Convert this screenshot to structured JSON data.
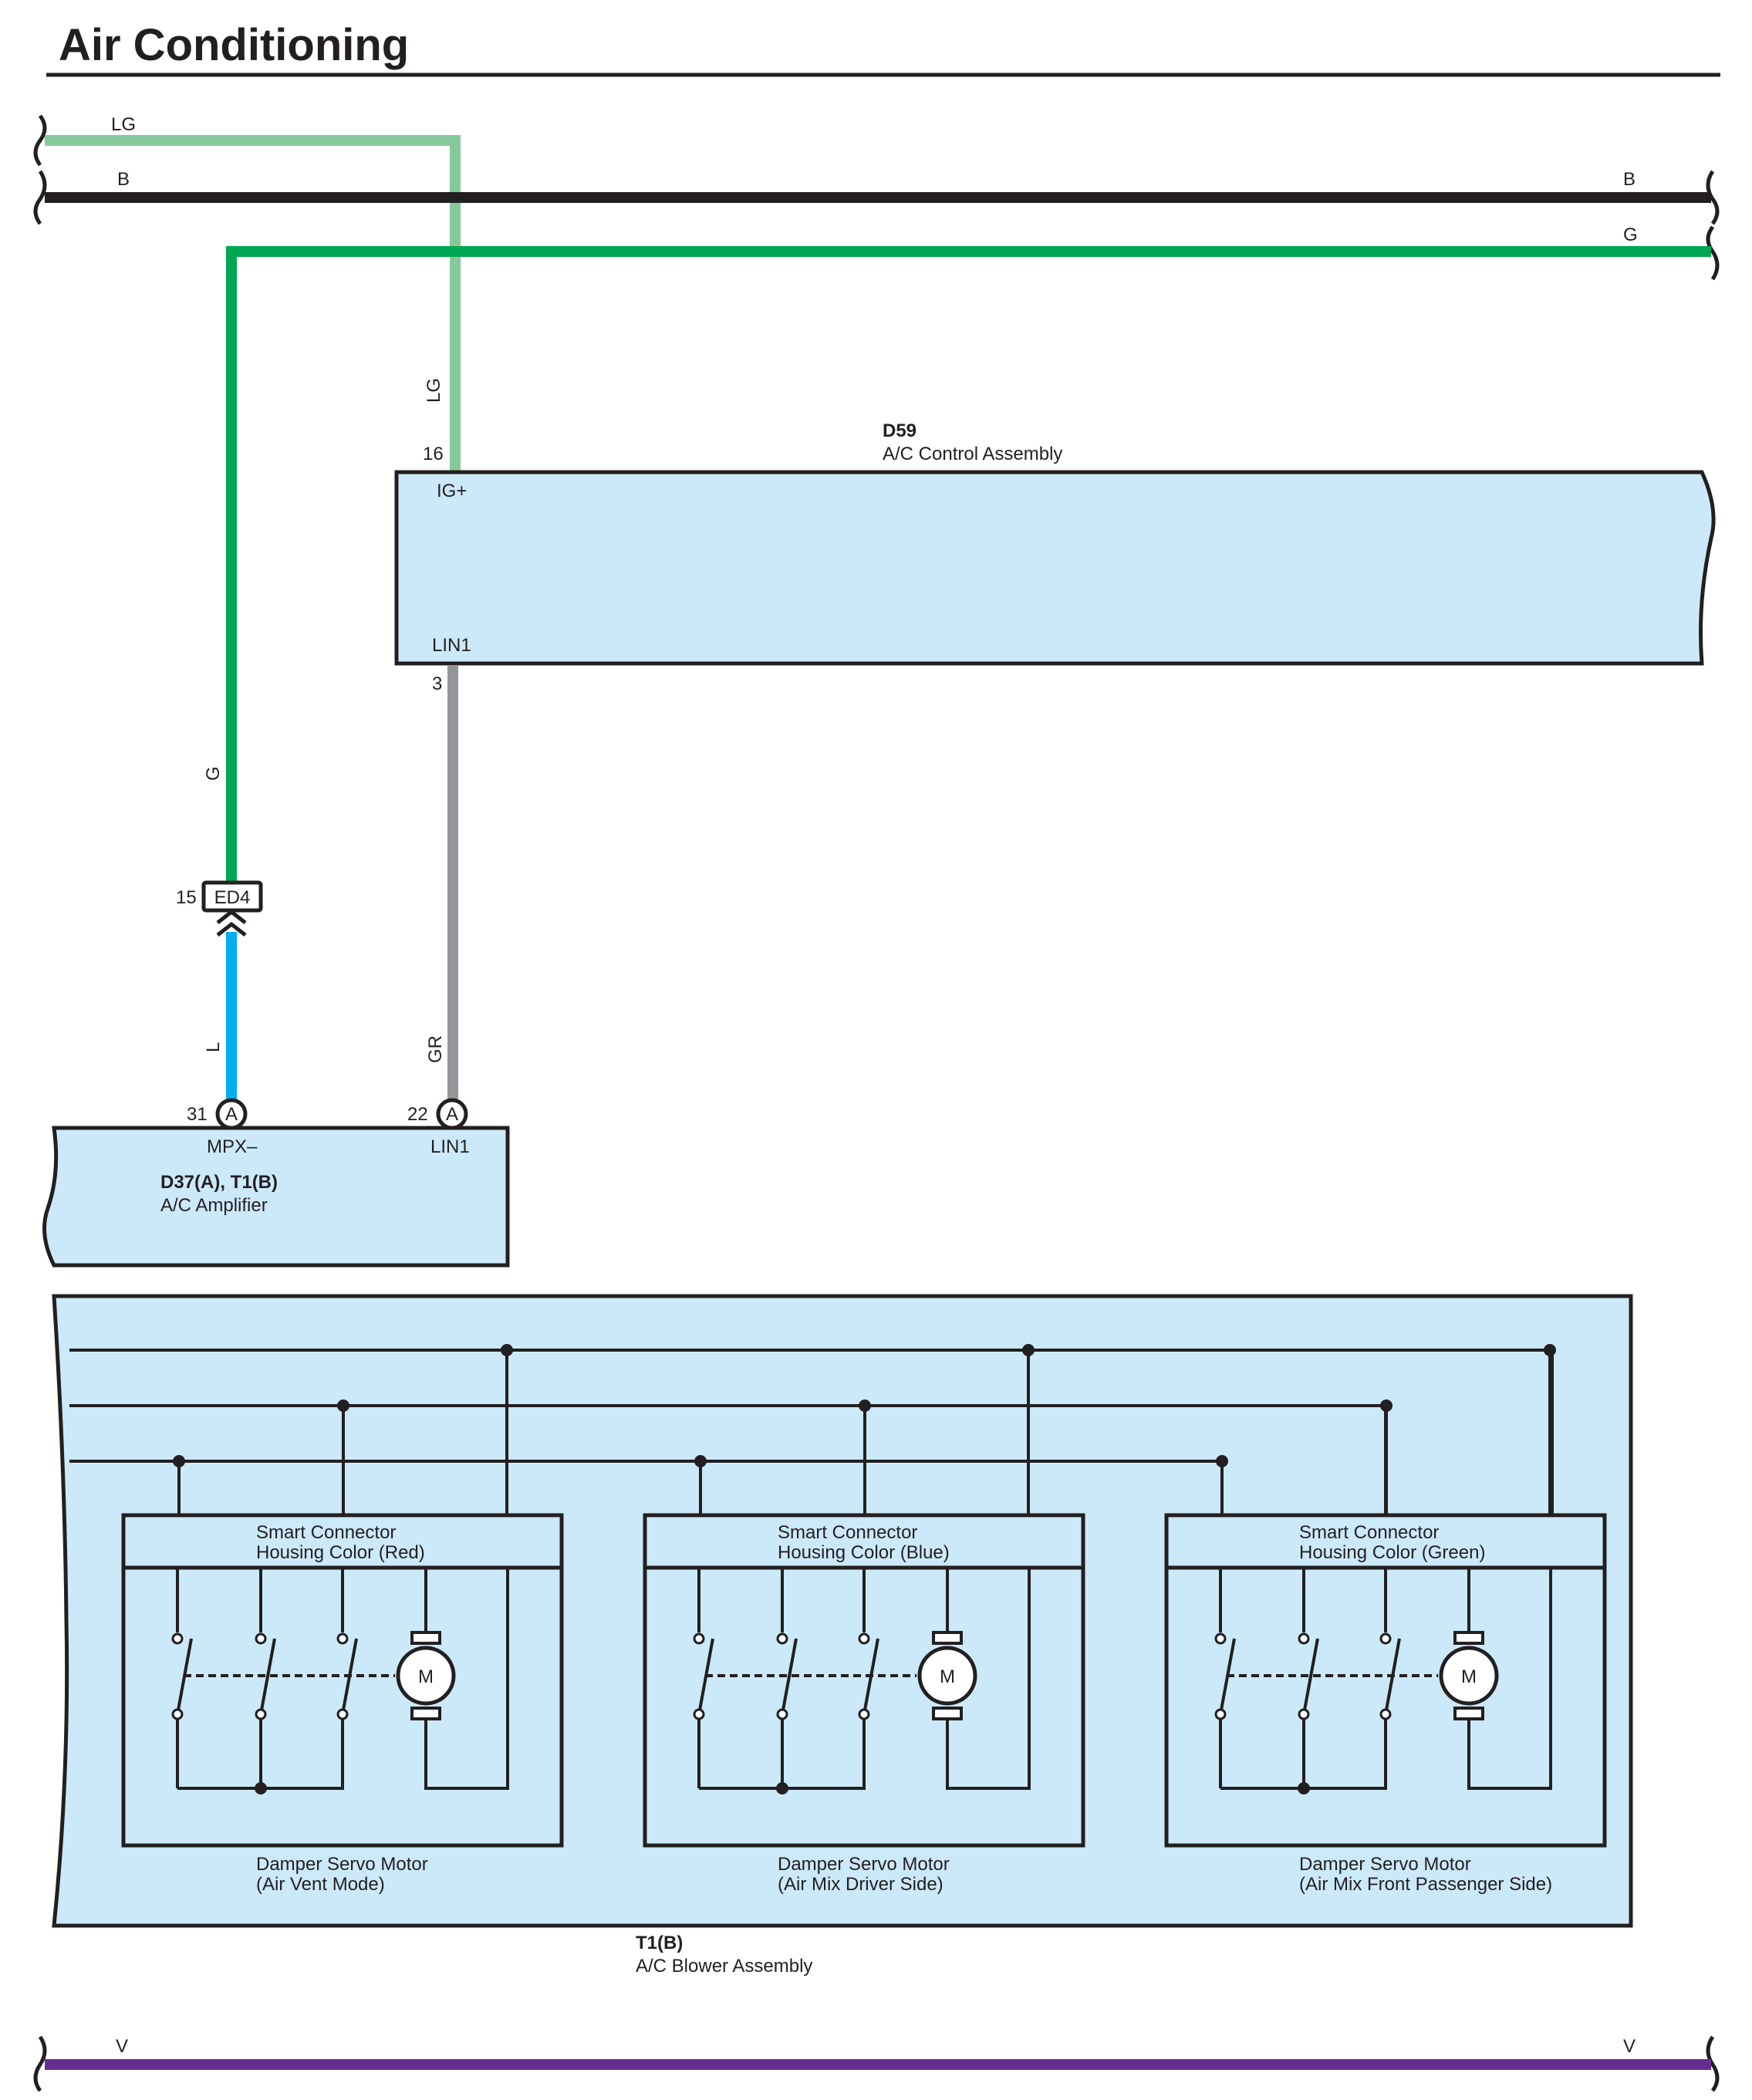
{
  "title": "Air Conditioning",
  "colors": {
    "LG": "#85c99b",
    "B": "#231f20",
    "G": "#00a651",
    "L": "#00aeef",
    "GR": "#939598",
    "V": "#662d91",
    "component_fill": "#cce9f9",
    "line": "#231f20"
  },
  "buses": {
    "lg_left": "LG",
    "b_left": "B",
    "b_right": "B",
    "g_right": "G",
    "v_left": "V",
    "v_right": "V"
  },
  "wires": {
    "lg_vertical": "LG",
    "g_vertical": "G",
    "l_vertical": "L",
    "gr_vertical": "GR"
  },
  "control_assembly": {
    "code": "D59",
    "name": "A/C Control Assembly",
    "pin_ig": "16",
    "label_ig": "IG+",
    "pin_lin": "3",
    "label_lin": "LIN1"
  },
  "junction_connector": {
    "code": "ED4",
    "pin": "15"
  },
  "amplifier": {
    "code": "D37(A), T1(B)",
    "name": "A/C Amplifier",
    "pin_mpx": "31",
    "label_mpx": "MPX–",
    "pin_lin": "22",
    "label_lin": "LIN1",
    "connector_letter": "A"
  },
  "blower_assembly": {
    "code": "T1(B)",
    "name": "A/C Blower Assembly",
    "motors": [
      {
        "header_line1": "Smart Connector",
        "header_line2": "Housing Color (Red)",
        "caption_line1": "Damper Servo Motor",
        "caption_line2": "(Air Vent Mode)",
        "motor_symbol": "M"
      },
      {
        "header_line1": "Smart Connector",
        "header_line2": "Housing Color (Blue)",
        "caption_line1": "Damper Servo Motor",
        "caption_line2": "(Air Mix Driver Side)",
        "motor_symbol": "M"
      },
      {
        "header_line1": "Smart Connector",
        "header_line2": "Housing Color (Green)",
        "caption_line1": "Damper Servo Motor",
        "caption_line2": "(Air Mix Front Passenger Side)",
        "motor_symbol": "M"
      }
    ]
  }
}
